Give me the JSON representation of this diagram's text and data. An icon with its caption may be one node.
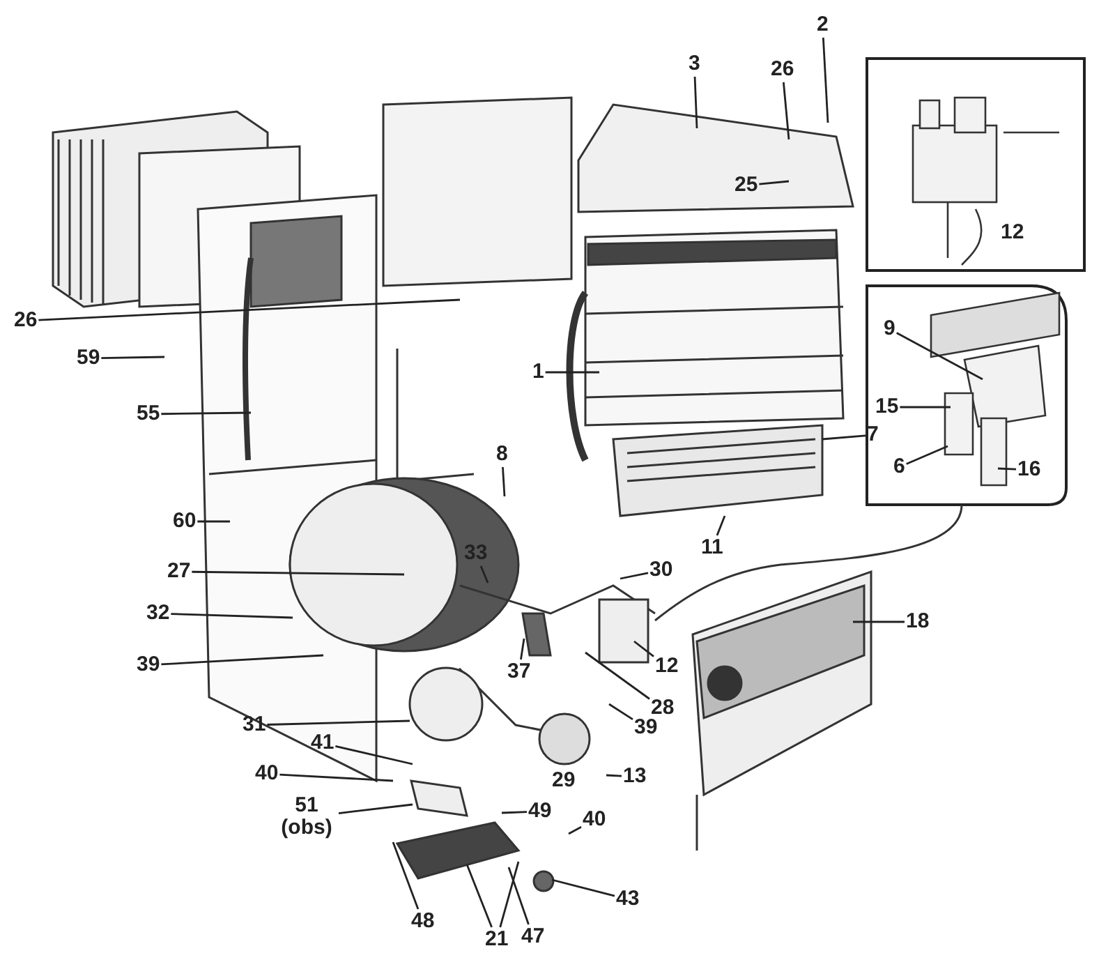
{
  "diagram": {
    "nodes": [
      {
        "text": [
          "2"
        ]
      },
      {
        "text": [
          "3"
        ]
      },
      {
        "text": [
          "26"
        ]
      },
      {
        "text": [
          "25"
        ]
      },
      {
        "text": [
          "12"
        ]
      },
      {
        "text": [
          "26"
        ]
      },
      {
        "text": [
          "59"
        ]
      },
      {
        "text": [
          "1"
        ]
      },
      {
        "text": [
          "55"
        ]
      },
      {
        "text": [
          "9"
        ]
      },
      {
        "text": [
          "15"
        ]
      },
      {
        "text": [
          "6"
        ]
      },
      {
        "text": [
          "16"
        ]
      },
      {
        "text": [
          "7"
        ]
      },
      {
        "text": [
          "8"
        ]
      },
      {
        "text": [
          "60"
        ]
      },
      {
        "text": [
          "11"
        ]
      },
      {
        "text": [
          "27"
        ]
      },
      {
        "text": [
          "33"
        ]
      },
      {
        "text": [
          "30"
        ]
      },
      {
        "text": [
          "32"
        ]
      },
      {
        "text": [
          "18"
        ]
      },
      {
        "text": [
          "39"
        ]
      },
      {
        "text": [
          "37"
        ]
      },
      {
        "text": [
          "12"
        ]
      },
      {
        "text": [
          "28"
        ]
      },
      {
        "text": [
          "31"
        ]
      },
      {
        "text": [
          "39"
        ]
      },
      {
        "text": [
          "41"
        ]
      },
      {
        "text": [
          "13"
        ]
      },
      {
        "text": [
          "40"
        ]
      },
      {
        "text": [
          "29"
        ]
      },
      {
        "text": [
          "40"
        ]
      },
      {
        "text": [
          "51 (obs)"
        ]
      },
      {
        "text": [
          "49"
        ]
      },
      {
        "text": [
          "48"
        ]
      },
      {
        "text": [
          "21"
        ]
      },
      {
        "text": [
          "47"
        ]
      },
      {
        "text": [
          "43"
        ]
      }
    ],
    "edges": [
      {
        "from": 0,
        "to": null,
        "arrow": "none"
      },
      {
        "from": 1,
        "to": null,
        "arrow": "none"
      },
      {
        "from": 2,
        "to": null,
        "arrow": "none"
      },
      {
        "from": 3,
        "to": null,
        "arrow": "none"
      },
      {
        "from": 5,
        "to": null,
        "arrow": "none"
      },
      {
        "from": 6,
        "to": null,
        "arrow": "none"
      },
      {
        "from": 7,
        "to": null,
        "arrow": "none"
      },
      {
        "from": 8,
        "to": null,
        "arrow": "none"
      },
      {
        "from": 9,
        "to": null,
        "arrow": "none"
      },
      {
        "from": 10,
        "to": null,
        "arrow": "none"
      },
      {
        "from": 11,
        "to": null,
        "arrow": "none"
      },
      {
        "from": 12,
        "to": null,
        "arrow": "none"
      },
      {
        "from": 13,
        "to": null,
        "arrow": "none"
      },
      {
        "from": 14,
        "to": null,
        "arrow": "none"
      },
      {
        "from": 15,
        "to": null,
        "arrow": "none"
      },
      {
        "from": 16,
        "to": null,
        "arrow": "none"
      },
      {
        "from": 17,
        "to": null,
        "arrow": "none"
      },
      {
        "from": 18,
        "to": null,
        "arrow": "none"
      },
      {
        "from": 19,
        "to": null,
        "arrow": "none"
      },
      {
        "from": 20,
        "to": null,
        "arrow": "none"
      },
      {
        "from": 21,
        "to": null,
        "arrow": "none"
      },
      {
        "from": 22,
        "to": null,
        "arrow": "none"
      },
      {
        "from": 23,
        "to": null,
        "arrow": "none"
      },
      {
        "from": 24,
        "to": null,
        "arrow": "none"
      },
      {
        "from": 25,
        "to": null,
        "arrow": "none"
      },
      {
        "from": 26,
        "to": null,
        "arrow": "none"
      },
      {
        "from": 27,
        "to": null,
        "arrow": "none"
      },
      {
        "from": 28,
        "to": null,
        "arrow": "none"
      },
      {
        "from": 29,
        "to": null,
        "arrow": "none"
      },
      {
        "from": 30,
        "to": null,
        "arrow": "none"
      },
      {
        "from": 32,
        "to": null,
        "arrow": "none"
      },
      {
        "from": 33,
        "to": null,
        "arrow": "none"
      },
      {
        "from": 34,
        "to": null,
        "arrow": "none"
      },
      {
        "from": 35,
        "to": null,
        "arrow": "none"
      },
      {
        "from": 36,
        "to": null,
        "arrow": "none"
      },
      {
        "from": 36,
        "to": null,
        "arrow": "none"
      },
      {
        "from": 37,
        "to": null,
        "arrow": "none"
      },
      {
        "from": 38,
        "to": null,
        "arrow": "none"
      }
    ]
  }
}
